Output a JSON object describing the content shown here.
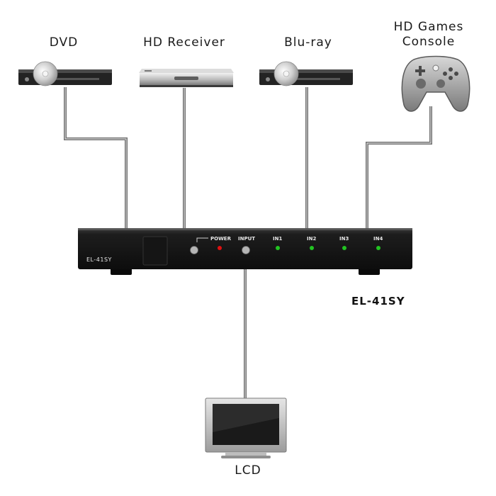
{
  "sources": {
    "dvd": "DVD",
    "hd_receiver": "HD Receiver",
    "bluray": "Blu-ray",
    "games_console_line1": "HD Games",
    "games_console_line2": "Console"
  },
  "switcher": {
    "model_panel": "EL-41SY",
    "model_caption": "EL-41SY",
    "power_label": "POWER",
    "input_label": "INPUT",
    "inputs": [
      "IN1",
      "IN2",
      "IN3",
      "IN4"
    ]
  },
  "display": {
    "label": "LCD"
  },
  "colors": {
    "cable": "#6f6f6f",
    "device_body": "#1b1b1b",
    "power_led": "#e01010",
    "input_led": "#22c422"
  }
}
